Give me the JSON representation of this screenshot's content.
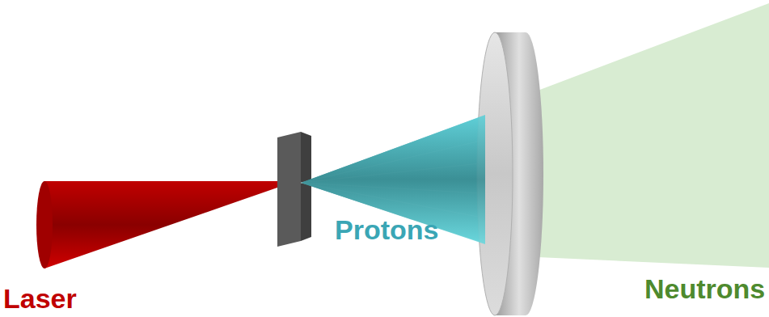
{
  "diagram": {
    "labels": [
      "Laser",
      "Protons",
      "Neutrons"
    ]
  }
}
